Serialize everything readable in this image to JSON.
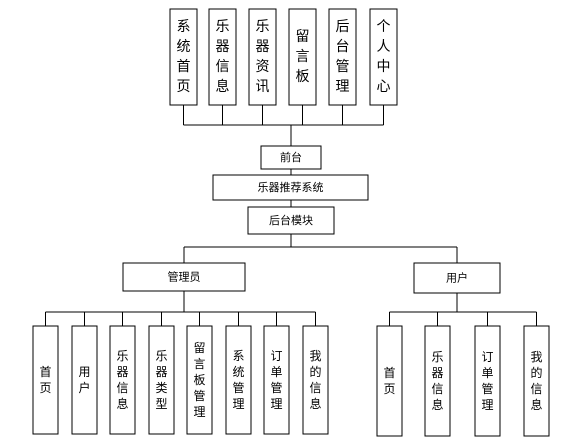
{
  "frontend_modules": [
    "系统首页",
    "乐器信息",
    "乐器资讯",
    "留言板",
    "后台管理",
    "个人中心"
  ],
  "frontend_label": "前台",
  "system_label": "乐器推荐系统",
  "backend_label": "后台模块",
  "admin": {
    "label": "管理员",
    "modules": [
      "首页",
      "用户",
      "乐器信息",
      "乐器类型",
      "留言板管理",
      "系统管理",
      "订单管理",
      "我的信息"
    ]
  },
  "user": {
    "label": "用户",
    "modules": [
      "首页",
      "乐器信息",
      "订单管理",
      "我的信息"
    ]
  }
}
